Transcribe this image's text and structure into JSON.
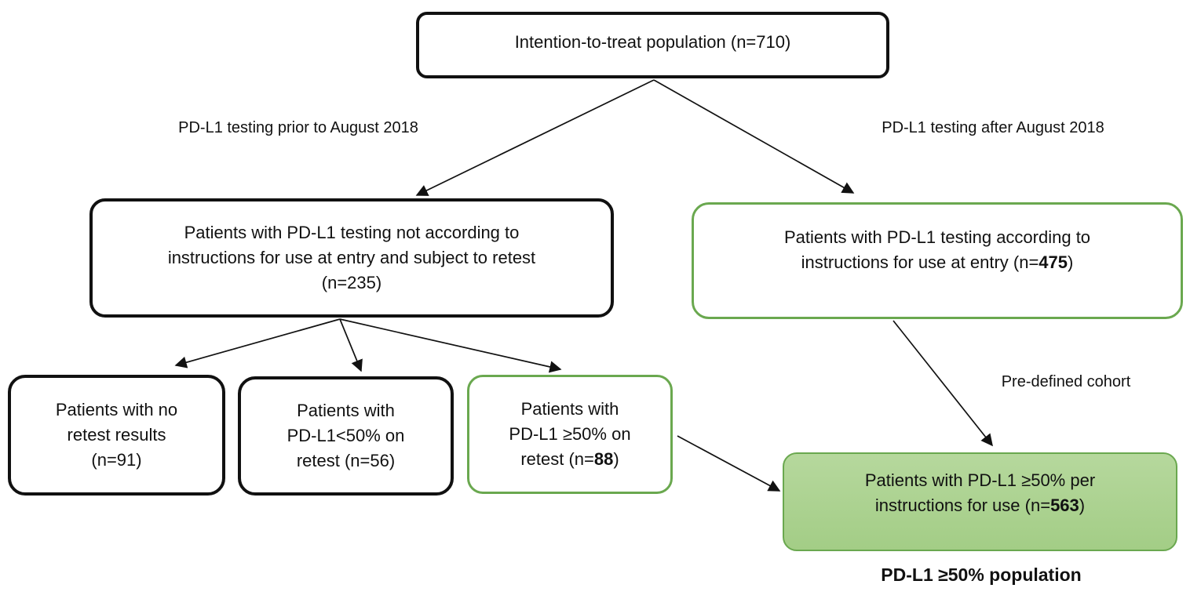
{
  "colors": {
    "green_border": "#6aa84f",
    "green_fill_top": "#b6d89d",
    "green_fill_bottom": "#a3cd86",
    "ink": "#111111",
    "background": "#ffffff"
  },
  "nodes": {
    "itt": {
      "text": "Intention-to-treat population (n=710)"
    },
    "not_according": {
      "line1": "Patients with PD-L1 testing not according to",
      "line2": "instructions for use at entry and subject to retest",
      "line3": "(n=235)"
    },
    "according": {
      "line1": "Patients with PD-L1 testing according to",
      "line2_prefix": "instructions for use at entry (n=",
      "n_bold": "475",
      "line2_suffix": ")"
    },
    "no_retest": {
      "line1": "Patients with no",
      "line2": "retest results",
      "line3": "(n=91)"
    },
    "lt50_retest": {
      "line1": "Patients with",
      "line2": "PD-L1<50% on",
      "line3": "retest (n=56)"
    },
    "ge50_retest": {
      "line1": "Patients with",
      "line2": "PD-L1 ≥50% on",
      "line3_prefix": "retest (n=",
      "n_bold": "88",
      "line3_suffix": ")"
    },
    "ge50_iou": {
      "line1": "Patients with PD-L1 ≥50% per",
      "line2_prefix": "instructions for use (n=",
      "n_bold": "563",
      "line2_suffix": ")"
    }
  },
  "labels": {
    "prior": "PD-L1 testing prior to August 2018",
    "after": "PD-L1 testing after August 2018",
    "predefined_cohort": "Pre-defined cohort",
    "population": "PD-L1 ≥50% population"
  }
}
